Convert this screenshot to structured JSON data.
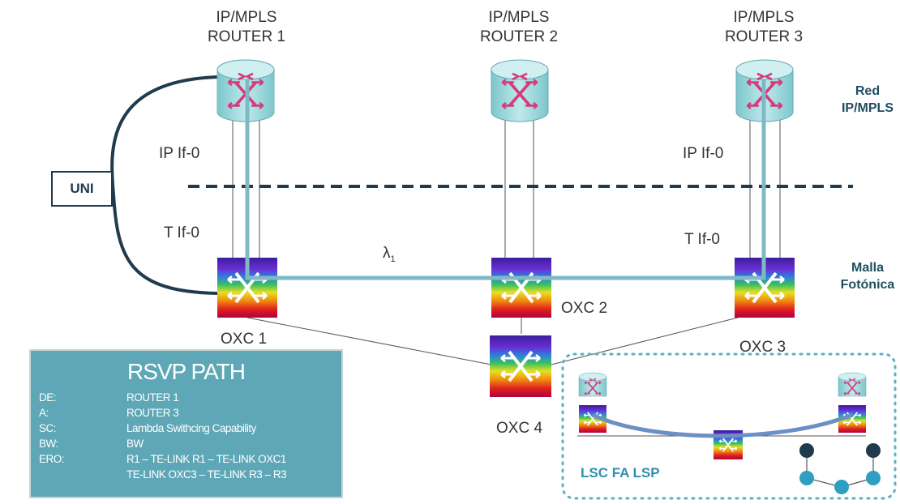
{
  "routers": [
    {
      "line1": "IP/MPLS",
      "line2": "ROUTER 1"
    },
    {
      "line1": "IP/MPLS",
      "line2": "ROUTER 2"
    },
    {
      "line1": "IP/MPLS",
      "line2": "ROUTER 3"
    }
  ],
  "layer_labels": {
    "ip_network": "Red\nIP/MPLS",
    "ip_network_l1": "Red",
    "ip_network_l2": "IP/MPLS",
    "photonic_l1": "Malla",
    "photonic_l2": "Fotónica"
  },
  "interfaces": {
    "ip_left": "IP If-0",
    "ip_right": "IP If-0",
    "t_left": "T If-0",
    "t_right": "T If-0"
  },
  "uni": "UNI",
  "lambda": {
    "symbol": "λ",
    "sub": "1"
  },
  "oxcs": [
    "OXC 1",
    "OXC 2",
    "OXC 3",
    "OXC 4"
  ],
  "rsvp": {
    "title": "RSVP PATH",
    "rows": [
      {
        "key": "DE:",
        "value": "ROUTER 1"
      },
      {
        "key": "A:",
        "value": "ROUTER 3"
      },
      {
        "key": "SC:",
        "value": "Lambda Swithcing Capability"
      },
      {
        "key": "BW:",
        "value": "BW"
      },
      {
        "key": "ERO:",
        "value": "R1 – TE-LINK R1 – TE-LINK OXC1"
      },
      {
        "key": "",
        "value": "TE-LINK OXC3 – TE-LINK R3 – R3"
      }
    ]
  },
  "fa_lsp": "LSC FA LSP",
  "colors": {
    "router_fill": "#a8dde0",
    "router_arrow": "#d63a7a",
    "lsp_path": "#7fb9c6",
    "uni_link": "#1f3b4d",
    "dashed_divider": "#1f3b4d",
    "rsvp_fill": "#5ea7b6",
    "fa_dots": "#5fb0c4",
    "fa_label": "#2e8fb0"
  }
}
